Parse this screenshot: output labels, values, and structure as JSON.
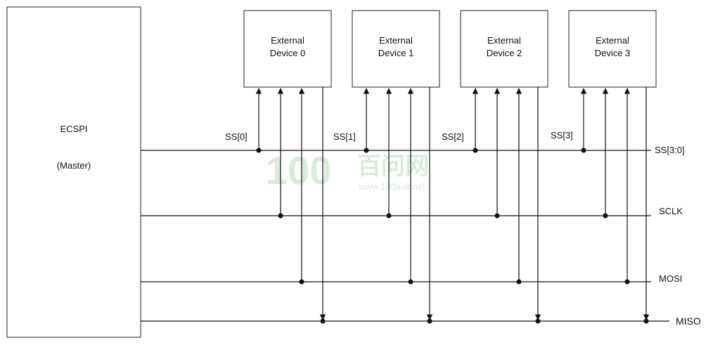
{
  "master": {
    "line1": "ECSPI",
    "line2": "(Master)"
  },
  "devices": [
    {
      "line1": "External",
      "line2": "Device 0",
      "ss_label": "SS[0]"
    },
    {
      "line1": "External",
      "line2": "Device 1",
      "ss_label": "SS[1]"
    },
    {
      "line1": "External",
      "line2": "Device 2",
      "ss_label": "SS[2]"
    },
    {
      "line1": "External",
      "line2": "Device 3",
      "ss_label": "SS[3]"
    }
  ],
  "buses": {
    "ss": "SS[3:0]",
    "sclk": "SCLK",
    "mosi": "MOSI",
    "miso": "MISO"
  },
  "watermark": {
    "logo": "100",
    "cn": "百问网",
    "url": "www.100ask.net"
  }
}
